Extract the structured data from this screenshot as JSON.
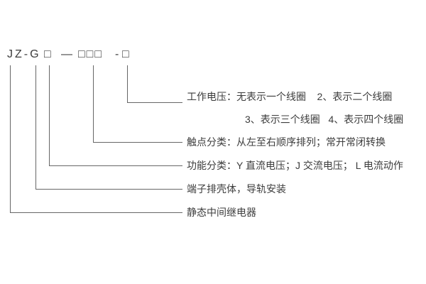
{
  "model": {
    "prefix": "JZ-G",
    "function_box": "□",
    "dash1": "—",
    "contact_boxes": "□□□",
    "dash2": "-",
    "voltage_box": "□"
  },
  "annotations": {
    "working_voltage_line1": "工作电压：无表示一个线圈    2、表示二个线圈",
    "working_voltage_line2": "3、表示三个线圈   4、表示四个线圈",
    "contact_class": "触点分类：从左至右顺序排列；常开常闭转换",
    "function_class": "功能分类：Y 直流电压；J 交流电压； L 电流动作",
    "housing": "端子排壳体，导轨安装",
    "relay_type": "静态中间继电器"
  },
  "colors": {
    "background": "#ffffff",
    "text": "#3c3c3c",
    "line": "#666666"
  }
}
